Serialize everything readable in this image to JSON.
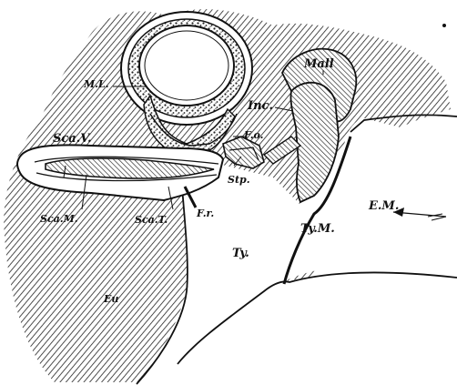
{
  "labels": {
    "membranous_labyrinth": "M.L.",
    "malleus": "Mall",
    "incus": "Inc.",
    "fenestra_ovalis": "F.o.",
    "stapes": "Stp.",
    "scala_vestibuli": "Sca.V.",
    "scala_media": "Sca.M.",
    "scala_tympani": "Sca.T.",
    "fenestra_rotunda": "F.r.",
    "tympanum": "Ty.",
    "tympanic_membrane": "Ty.M.",
    "external_meatus": "E.M.",
    "eustachian_tube": "Eu"
  },
  "colors": {
    "ink": "#111111",
    "paper": "#ffffff",
    "stipple": "#333333"
  }
}
